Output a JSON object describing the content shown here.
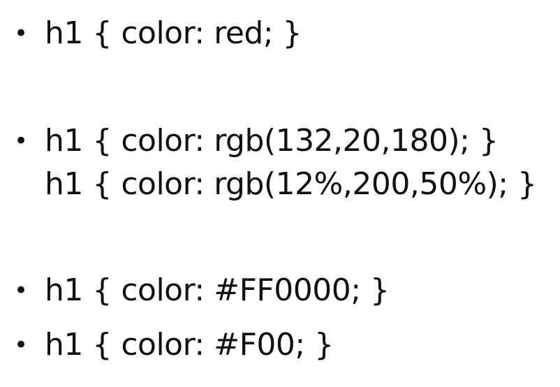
{
  "items": [
    {
      "lines": [
        "h1 { color: red; }"
      ]
    },
    {
      "lines": [
        "h1 { color: rgb(132,20,180); }",
        "h1 { color: rgb(12%,200,50%); }"
      ]
    },
    {
      "lines": [
        "h1 { color: #FF0000; }"
      ]
    },
    {
      "lines": [
        "h1 { color: #F00; }"
      ]
    }
  ],
  "bullet_glyph": "•"
}
